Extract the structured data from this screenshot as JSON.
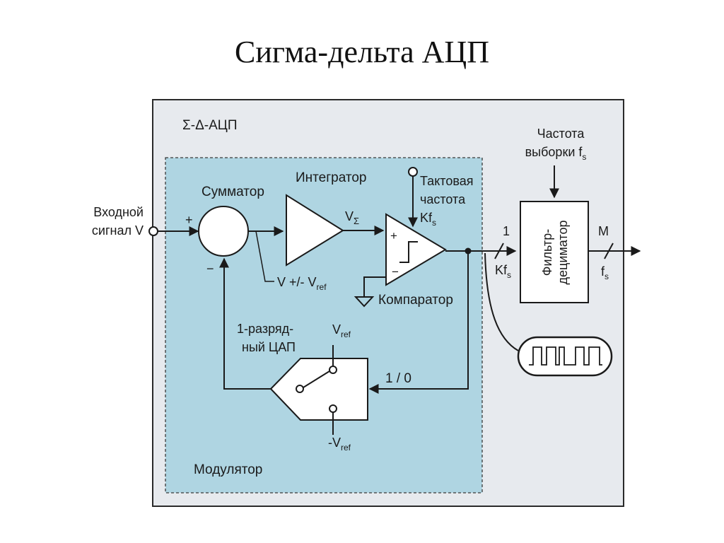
{
  "title": "Сигма-дельта АЦП",
  "outer_label": "Σ-Δ-АЦП",
  "input": {
    "line1": "Входной",
    "line2": "сигнал V"
  },
  "summator": {
    "label": "Сумматор",
    "plus": "+",
    "minus": "−"
  },
  "integrator": {
    "label": "Интегратор",
    "out_main": "V",
    "out_sub": "Σ"
  },
  "sum_note": {
    "main": "V +/- V",
    "sub": "ref"
  },
  "clock": {
    "line1": "Тактовая",
    "line2": "частота",
    "line3_main": "Kf",
    "line3_sub": "s"
  },
  "comparator": {
    "label": "Компаратор",
    "plus": "+",
    "minus": "−"
  },
  "dac": {
    "line1": "1-разряд-",
    "line2": "ный ЦАП"
  },
  "vref_top": {
    "main": "V",
    "sub": "ref"
  },
  "vref_bottom": {
    "main": "-V",
    "sub": "ref"
  },
  "feedback": "1 / 0",
  "modulator": "Модулятор",
  "stream": {
    "bits": "1",
    "rate_main": "Kf",
    "rate_sub": "s"
  },
  "sampling": {
    "line1": "Частота",
    "line2_main": "выборки f",
    "line2_sub": "s"
  },
  "filter": {
    "line1": "Фильтр-",
    "line2": "дециматор"
  },
  "output": {
    "bits": "M",
    "rate_main": "f",
    "rate_sub": "s"
  },
  "colors": {
    "outer_bg": "#e7eaee",
    "modulator_bg": "#afd5e2",
    "line": "#1a1a1a",
    "block_bg": "#ffffff"
  }
}
